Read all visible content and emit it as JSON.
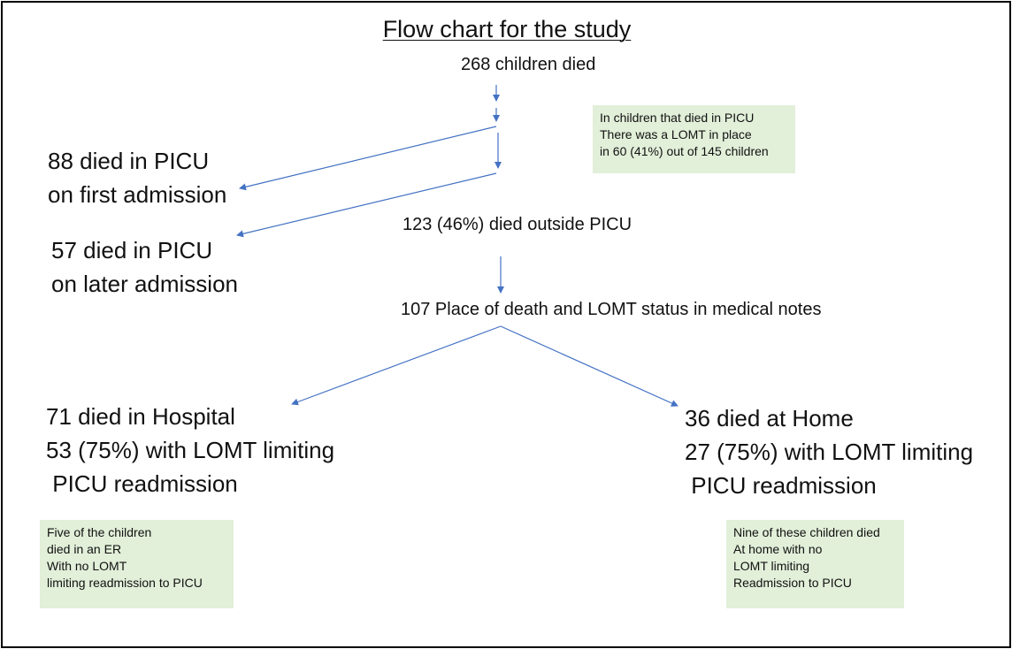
{
  "title": "Flow chart for the study",
  "colors": {
    "arrow": "#4472c4",
    "note_fill": "#e2efd9"
  },
  "nodes": {
    "total": "268 children died",
    "picu_first": [
      "88 died in PICU",
      "on first admission"
    ],
    "picu_later": [
      "57 died in PICU",
      "on later admission"
    ],
    "outside_picu": "123 (46%) died outside PICU",
    "place_of_death": "107 Place of death and LOMT status in medical notes",
    "hospital": [
      "71 died in Hospital",
      "53 (75%) with LOMT limiting",
      " PICU readmission"
    ],
    "home": [
      "36 died at Home",
      "27 (75%) with LOMT limiting",
      " PICU readmission"
    ]
  },
  "notes": {
    "picu_lomt": [
      "In children that died in PICU",
      "There was a LOMT in place",
      "in 60 (41%) out of 145 children"
    ],
    "er": [
      "Five of the children",
      "died in an ER",
      "With no LOMT",
      "limiting readmission to PICU"
    ],
    "home_no_lomt": [
      "Nine of these children died",
      "At home with no",
      "LOMT limiting",
      "Readmission to PICU"
    ]
  }
}
